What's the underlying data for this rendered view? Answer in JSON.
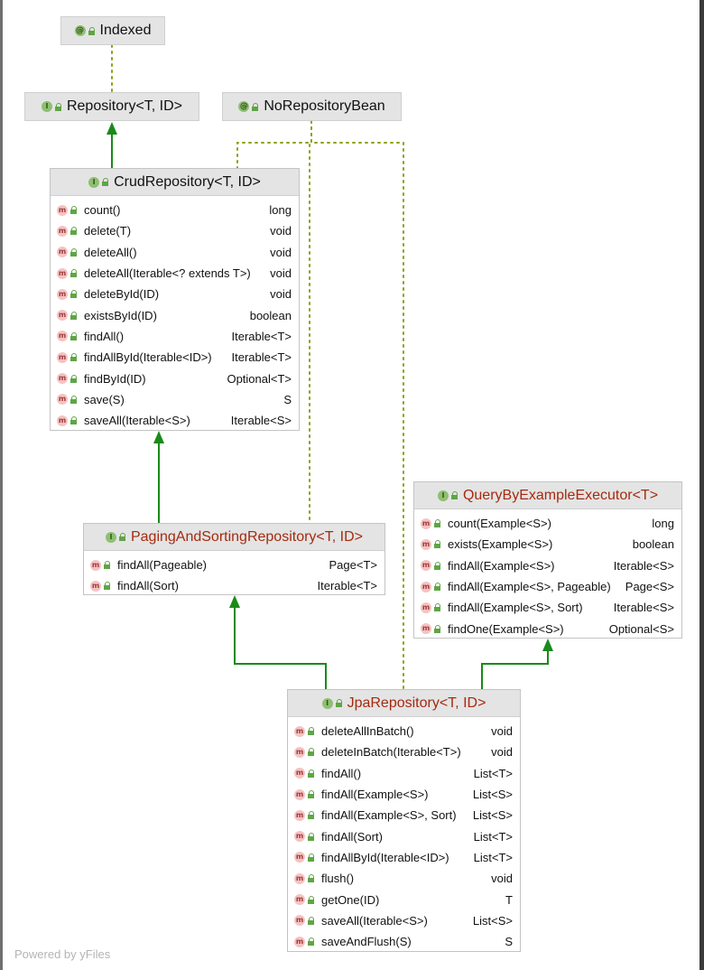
{
  "nodes": {
    "indexed": {
      "title": "Indexed",
      "kind": "annotation",
      "methods": []
    },
    "repository": {
      "title": "Repository<T, ID>",
      "kind": "interface",
      "methods": []
    },
    "noRepositoryBean": {
      "title": "NoRepositoryBean",
      "kind": "annotation",
      "methods": []
    },
    "crud": {
      "title": "CrudRepository<T, ID>",
      "kind": "interface",
      "methods": [
        {
          "name": "count()",
          "type": "long"
        },
        {
          "name": "delete(T)",
          "type": "void"
        },
        {
          "name": "deleteAll()",
          "type": "void"
        },
        {
          "name": "deleteAll(Iterable<? extends T>)",
          "type": "void"
        },
        {
          "name": "deleteById(ID)",
          "type": "void"
        },
        {
          "name": "existsById(ID)",
          "type": "boolean"
        },
        {
          "name": "findAll()",
          "type": "Iterable<T>"
        },
        {
          "name": "findAllById(Iterable<ID>)",
          "type": "Iterable<T>"
        },
        {
          "name": "findById(ID)",
          "type": "Optional<T>"
        },
        {
          "name": "save(S)",
          "type": "S"
        },
        {
          "name": "saveAll(Iterable<S>)",
          "type": "Iterable<S>"
        }
      ]
    },
    "paging": {
      "title": "PagingAndSortingRepository<T, ID>",
      "kind": "interface",
      "methods": [
        {
          "name": "findAll(Pageable)",
          "type": "Page<T>"
        },
        {
          "name": "findAll(Sort)",
          "type": "Iterable<T>"
        }
      ]
    },
    "qbe": {
      "title": "QueryByExampleExecutor<T>",
      "kind": "interface",
      "methods": [
        {
          "name": "count(Example<S>)",
          "type": "long"
        },
        {
          "name": "exists(Example<S>)",
          "type": "boolean"
        },
        {
          "name": "findAll(Example<S>)",
          "type": "Iterable<S>"
        },
        {
          "name": "findAll(Example<S>, Pageable)",
          "type": "Page<S>"
        },
        {
          "name": "findAll(Example<S>, Sort)",
          "type": "Iterable<S>"
        },
        {
          "name": "findOne(Example<S>)",
          "type": "Optional<S>"
        }
      ]
    },
    "jpa": {
      "title": "JpaRepository<T, ID>",
      "kind": "interface",
      "methods": [
        {
          "name": "deleteAllInBatch()",
          "type": "void"
        },
        {
          "name": "deleteInBatch(Iterable<T>)",
          "type": "void"
        },
        {
          "name": "findAll()",
          "type": "List<T>"
        },
        {
          "name": "findAll(Example<S>)",
          "type": "List<S>"
        },
        {
          "name": "findAll(Example<S>, Sort)",
          "type": "List<S>"
        },
        {
          "name": "findAll(Sort)",
          "type": "List<T>"
        },
        {
          "name": "findAllById(Iterable<ID>)",
          "type": "List<T>"
        },
        {
          "name": "flush()",
          "type": "void"
        },
        {
          "name": "getOne(ID)",
          "type": "T"
        },
        {
          "name": "saveAll(Iterable<S>)",
          "type": "List<S>"
        },
        {
          "name": "saveAndFlush(S)",
          "type": "S"
        }
      ]
    }
  },
  "badges": {
    "interface": "I",
    "annotation": "@",
    "method": "m"
  },
  "colors": {
    "inheritance_edge": "#1a8a1a",
    "annotation_edge": "#8aa315",
    "title_highlight": "#a52a0f"
  },
  "watermark": "Powered by yFiles"
}
